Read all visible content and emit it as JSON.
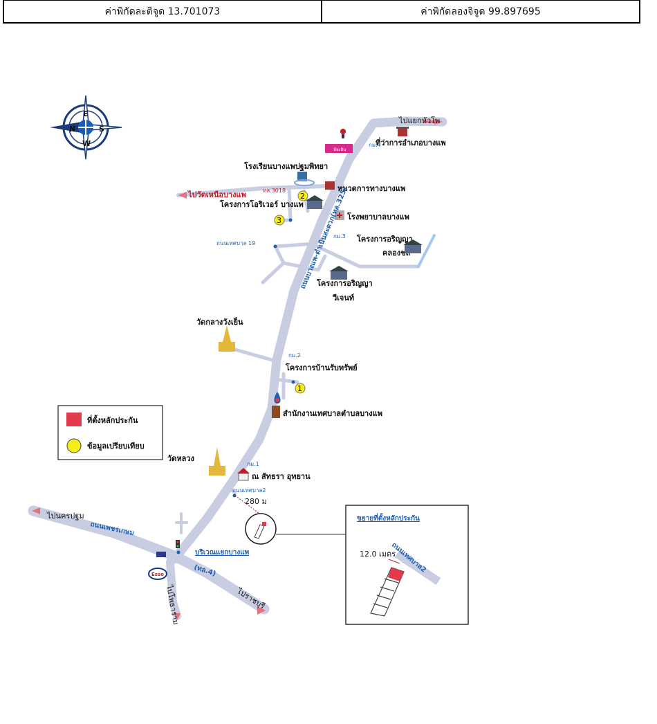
{
  "coordinates": {
    "latitude_label": "ค่าพิกัดละติจูด 13.701073",
    "longitude_label": "ค่าพิกัดลองจิจูด 99.897695"
  },
  "compass": {
    "n": "N",
    "s": "S",
    "e": "E",
    "w": "W"
  },
  "places": {
    "district_office": "ที่ว่าการอำเภอบางแพ",
    "to_huaipho": "ไปแยกหัวโพ",
    "km4": "กม.4",
    "school": "โรงเรียนบางแพปฐมพิทยา",
    "highways_office": "หมวดการทางบางแพ",
    "to_wat_nuea": "ไปวัดเหนือบางแพ",
    "road_3018": "ทล.3018",
    "project_the_river": "โครงการโอริเวอร์ บางแพ",
    "hospital": "โรงพยาบาลบางแพ",
    "km3": "กม.3",
    "project_chonla_1": "โครงการอริญญา",
    "project_chonla_2": "คลองชล",
    "municipal_rd_19": "ถนนเทศบาล 19",
    "main_road": "ถนนบางแพ-ดำเนินสะดวก(ทล.325)",
    "project_regent_1": "โครงการอริญญา",
    "project_regent_2": "วีเจนท์",
    "wat_klang": "วัดกลางวังเย็น",
    "km2": "กม.2",
    "project_rapsap": "โครงการบ้านรับทรัพย์",
    "municipal_office": "สำนักงานเทศบาลตำบลบางแพ",
    "wat_luang": "วัดหลวง",
    "km1": "กม.1",
    "sathara": "ณ สัทธรา อุทยาน",
    "municipal_rd_2": "ถนนเทศบาล2",
    "distance": "280 ม",
    "to_nakhon_pathom": "ไปนครปฐม",
    "phetkasem": "ถนนเพชรเกษม",
    "junction": "บริเวณแยกบางแพ",
    "hw4": "(ทล.4)",
    "to_photharam": "ไปโพธาราม",
    "to_ratchaburi": "ไปราชบุรี",
    "esso": "Esso",
    "shop_sign": "ห้องสิน"
  },
  "markers": {
    "m1": "1",
    "m2": "2",
    "m3": "3"
  },
  "legend": {
    "collateral": "ที่ตั้งหลักประกัน",
    "comparison": "ข้อมูลเปรียบเทียบ"
  },
  "inset": {
    "title": "ขยายที่ตั้งหลักประกัน",
    "width_label": "12.0 เมตร",
    "road_label": "ถนนเทศบาล2"
  },
  "colors": {
    "road": "#c9cde2",
    "road_label": "#1a5fb4",
    "collateral": "#e23b4e",
    "comparison": "#f5ec1a",
    "arrow": "#e8707d"
  }
}
